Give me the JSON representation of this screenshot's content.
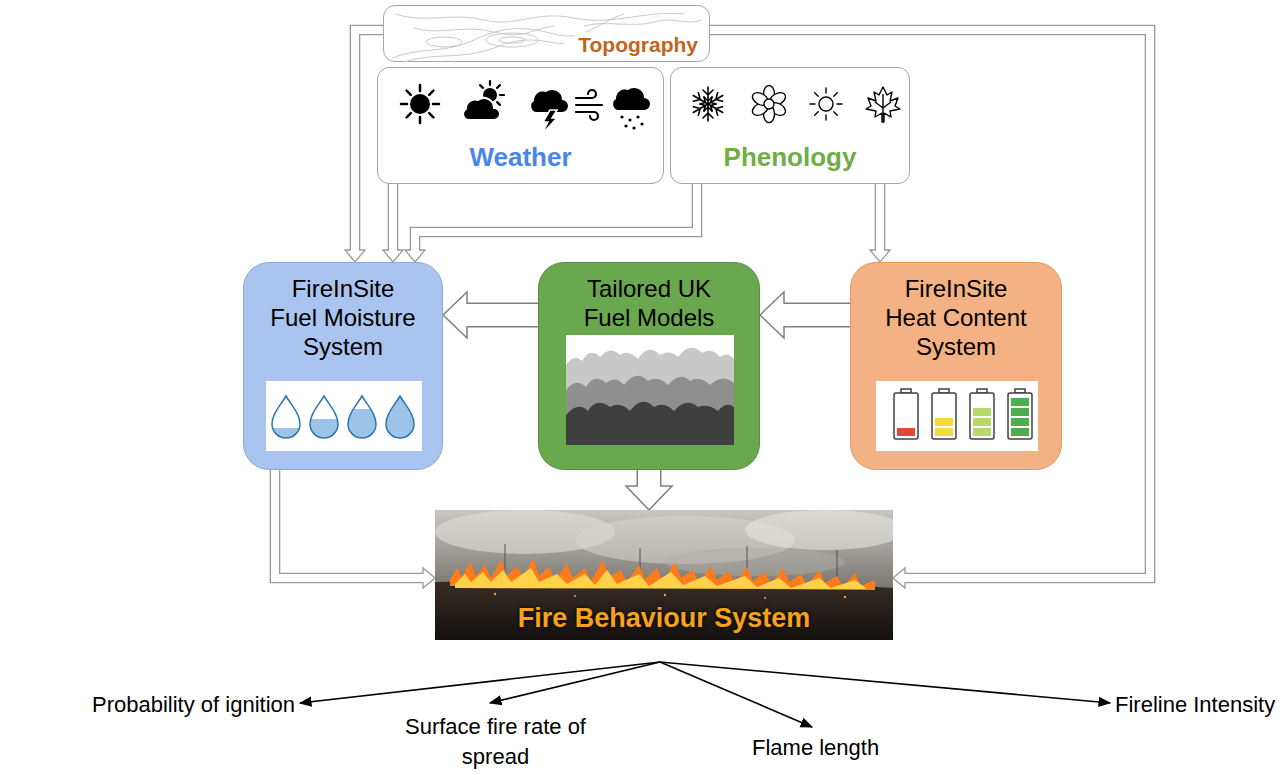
{
  "diagram": {
    "nodes": [
      {
        "text": [
          "Topography"
        ]
      },
      {
        "text": [
          "Weather"
        ]
      },
      {
        "text": [
          "Phenology"
        ]
      },
      {
        "text": [
          "FireInSite Fuel Moisture System"
        ]
      },
      {
        "text": [
          "Tailored UK Fuel Models"
        ]
      },
      {
        "text": [
          "FireInSite Heat Content System"
        ]
      },
      {
        "text": [
          "Fire Behaviour System"
        ]
      }
    ],
    "edges": [
      {
        "from": 0,
        "to": 3,
        "arrow": "to"
      },
      {
        "from": 0,
        "to": 6,
        "arrow": "to"
      },
      {
        "from": 1,
        "to": 3,
        "arrow": "to"
      },
      {
        "from": 2,
        "to": 3,
        "arrow": "to"
      },
      {
        "from": 2,
        "to": 5,
        "arrow": "to"
      },
      {
        "from": 5,
        "to": 4,
        "arrow": "to"
      },
      {
        "from": 4,
        "to": 3,
        "arrow": "to"
      },
      {
        "from": 4,
        "to": 6,
        "arrow": "to"
      },
      {
        "from": 3,
        "to": 6,
        "arrow": "to"
      }
    ],
    "labels": [
      "Probability of ignition",
      "Surface fire rate of spread",
      "Flame length",
      "Fireline Intensity"
    ]
  }
}
